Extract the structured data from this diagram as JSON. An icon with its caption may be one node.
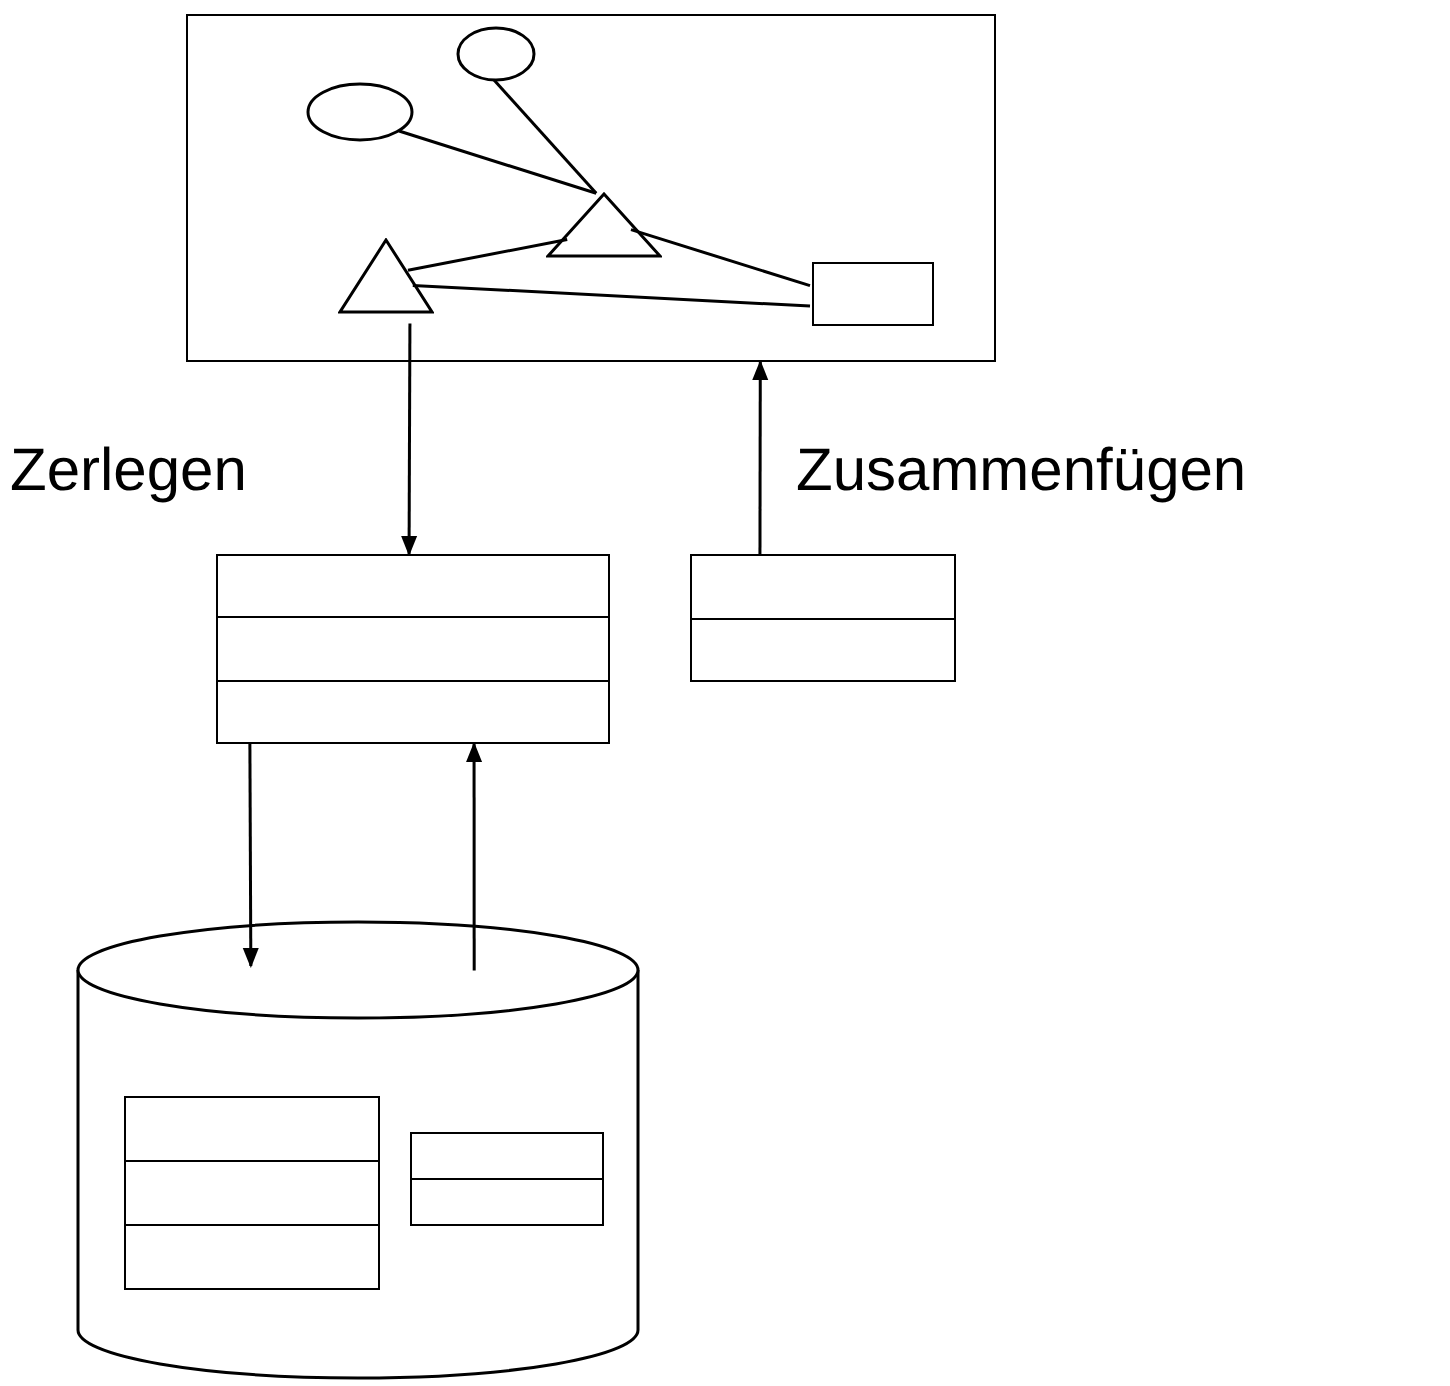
{
  "diagram": {
    "nodes": [
      {
        "text": [],
        "shape": "box"
      },
      {
        "text": [],
        "shape": "ellipse",
        "in": 0
      },
      {
        "text": [],
        "shape": "ellipse",
        "in": 0
      },
      {
        "text": [],
        "shape": "triangle",
        "in": 0
      },
      {
        "text": [],
        "shape": "triangle",
        "in": 0
      },
      {
        "text": [],
        "shape": "box",
        "in": 0
      },
      {
        "text": [],
        "shape": "table"
      },
      {
        "text": [],
        "shape": "table"
      },
      {
        "text": [],
        "shape": "cylinder"
      },
      {
        "text": [],
        "shape": "table",
        "in": 8
      },
      {
        "text": [],
        "shape": "table",
        "in": 8
      }
    ],
    "edges": [
      {
        "from": 1,
        "to": 4,
        "arrow": "none"
      },
      {
        "from": 2,
        "to": 4,
        "arrow": "none"
      },
      {
        "from": 3,
        "to": 4,
        "arrow": "none"
      },
      {
        "from": 4,
        "to": 5,
        "arrow": "none"
      },
      {
        "from": 3,
        "to": 5,
        "arrow": "none"
      },
      {
        "from": 3,
        "to": 6,
        "arrow": "to",
        "label": "Zerlegen"
      },
      {
        "from": 7,
        "to": 0,
        "arrow": "to",
        "label": "Zusammenfügen"
      },
      {
        "from": 6,
        "to": 8,
        "arrow": "to"
      },
      {
        "from": 8,
        "to": 6,
        "arrow": "to"
      }
    ]
  }
}
